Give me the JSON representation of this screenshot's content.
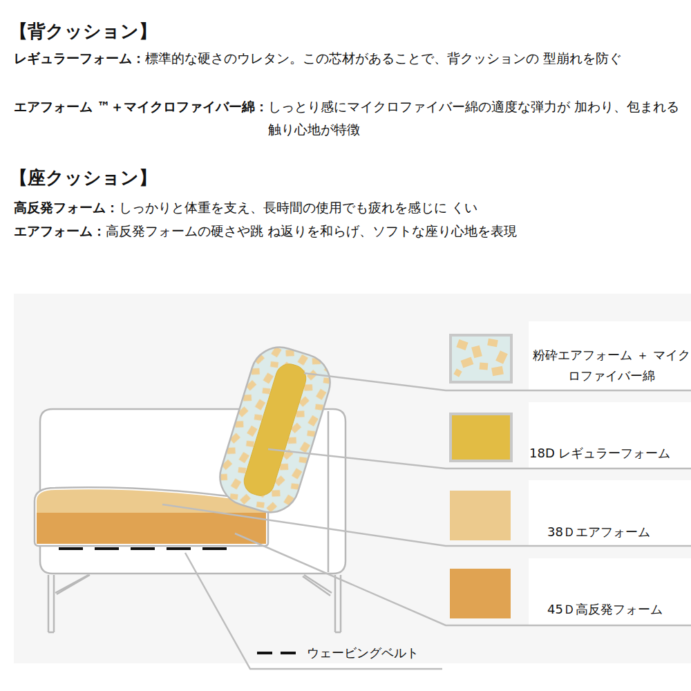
{
  "diagram": {
    "labels": [
      "【背クッション】",
      "レギュラーフォーム：",
      "標準的な硬さのウレタン。この芯材があることで、背クッションの 型崩れを防ぐ",
      "エアフォーム ™＋マイクロファイバー綿：",
      "しっとり感にマイクロファイバー綿の適度な弾力が 加わり、包まれる触り心地が特徴",
      "【座クッション】",
      "高反発フォーム：",
      "しっかりと体重を支え、長時間の使用でも疲れを感じに くい",
      "エアフォーム：",
      "高反発フォームの硬さや跳 ね返りを和らげ、ソフトな座り心地を表現"
    ],
    "legend": [
      {
        "text": "粉砕エアフォーム ＋ マイクロファイバー綿"
      },
      {
        "text": "18D レギュラーフォーム",
        "color": "#e2bc44"
      },
      {
        "text": "38Ｄエアフォーム",
        "color": "#ecca8d"
      },
      {
        "text": "45Ｄ高反発フォーム",
        "color": "#e0a352"
      },
      {
        "text": "ウェービングベルト"
      }
    ]
  }
}
